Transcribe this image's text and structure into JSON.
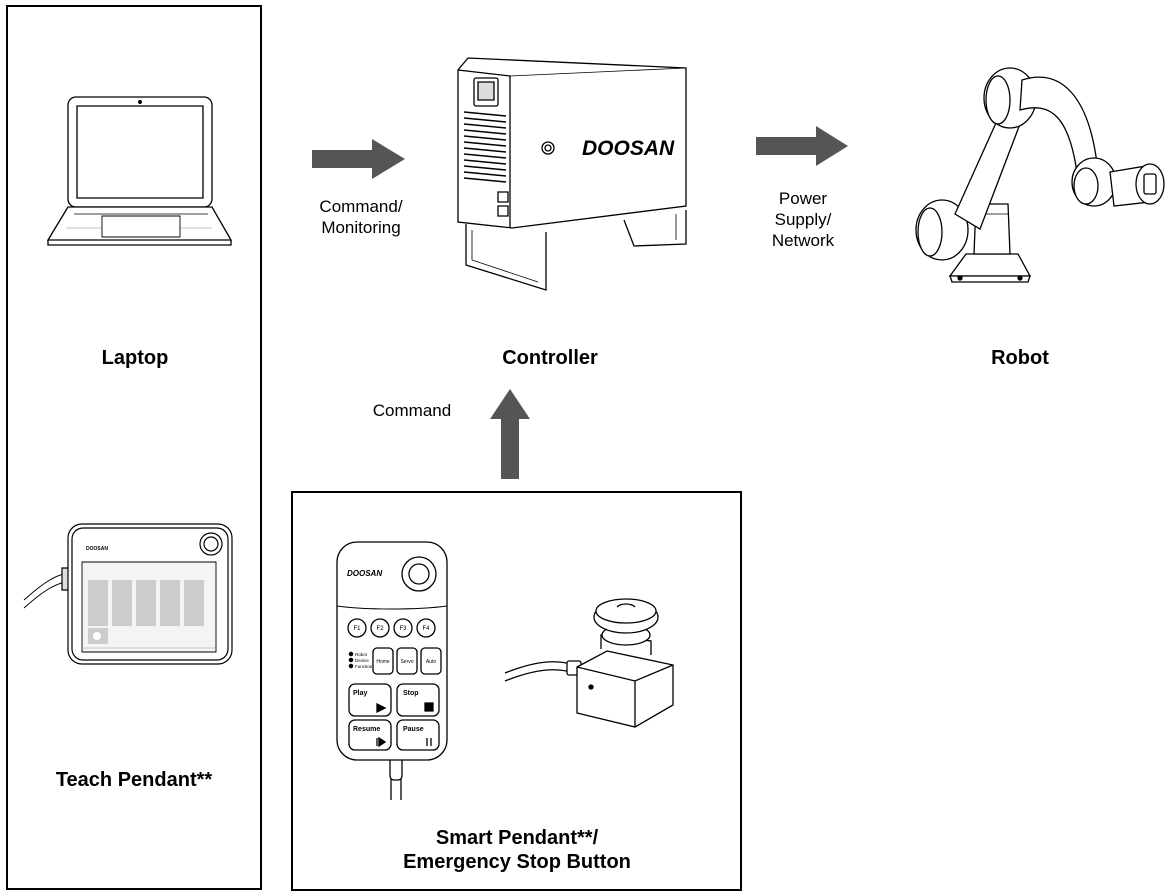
{
  "devices": {
    "laptop": "Laptop",
    "controller": "Controller",
    "robot": "Robot",
    "teach_pendant": "Teach Pendant**",
    "smart_pendant_line1": "Smart Pendant**/",
    "smart_pendant_line2": "Emergency Stop Button"
  },
  "connections": {
    "laptop_to_controller": [
      "Command/",
      "Monitoring"
    ],
    "controller_to_robot": [
      "Power",
      "Supply/",
      "Network"
    ],
    "pendant_to_controller": "Command"
  },
  "brand": "DOOSAN",
  "smart_pendant_buttons": {
    "function_keys": [
      "F1",
      "F2",
      "F3",
      "F4"
    ],
    "modes": [
      "Home",
      "Servo",
      "Auto"
    ],
    "indicators": [
      "Robot",
      "Device",
      "Function"
    ],
    "controls": [
      "Play",
      "Stop",
      "Resume",
      "Pause"
    ]
  },
  "colors": {
    "arrow": "#555555",
    "line": "#000000"
  }
}
